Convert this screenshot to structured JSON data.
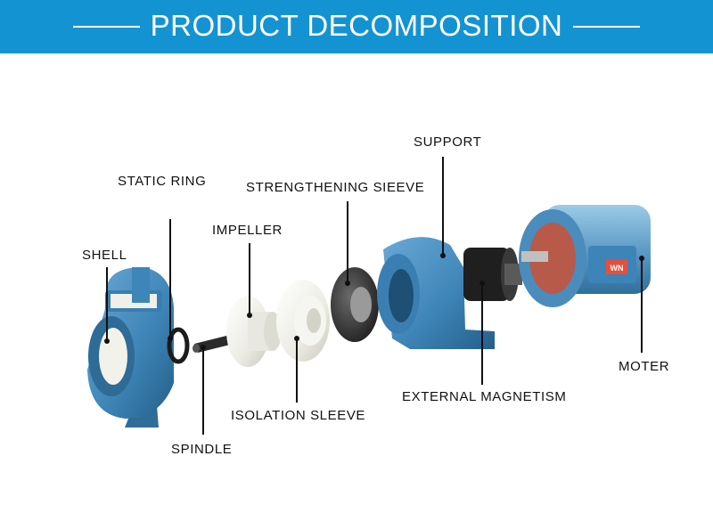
{
  "header": {
    "title": "PRODUCT DECOMPOSITION"
  },
  "colors": {
    "banner": "#1493d2",
    "pump_blue": "#3f86b8",
    "ptfe_white": "#f1f1ec",
    "dark_part": "#2b2b2b"
  },
  "labels": {
    "shell": "SHELL",
    "static_ring": "STATIC RING",
    "impeller": "IMPELLER",
    "strengthening_sleeve": "STRENGTHENING SIEEVE",
    "support": "SUPPORT",
    "spindle": "SPINDLE",
    "isolation_sleeve": "ISOLATION SLEEVE",
    "external_magnetism": "EXTERNAL MAGNETISM",
    "motor": "MOTER",
    "motor_plate": "WN"
  }
}
